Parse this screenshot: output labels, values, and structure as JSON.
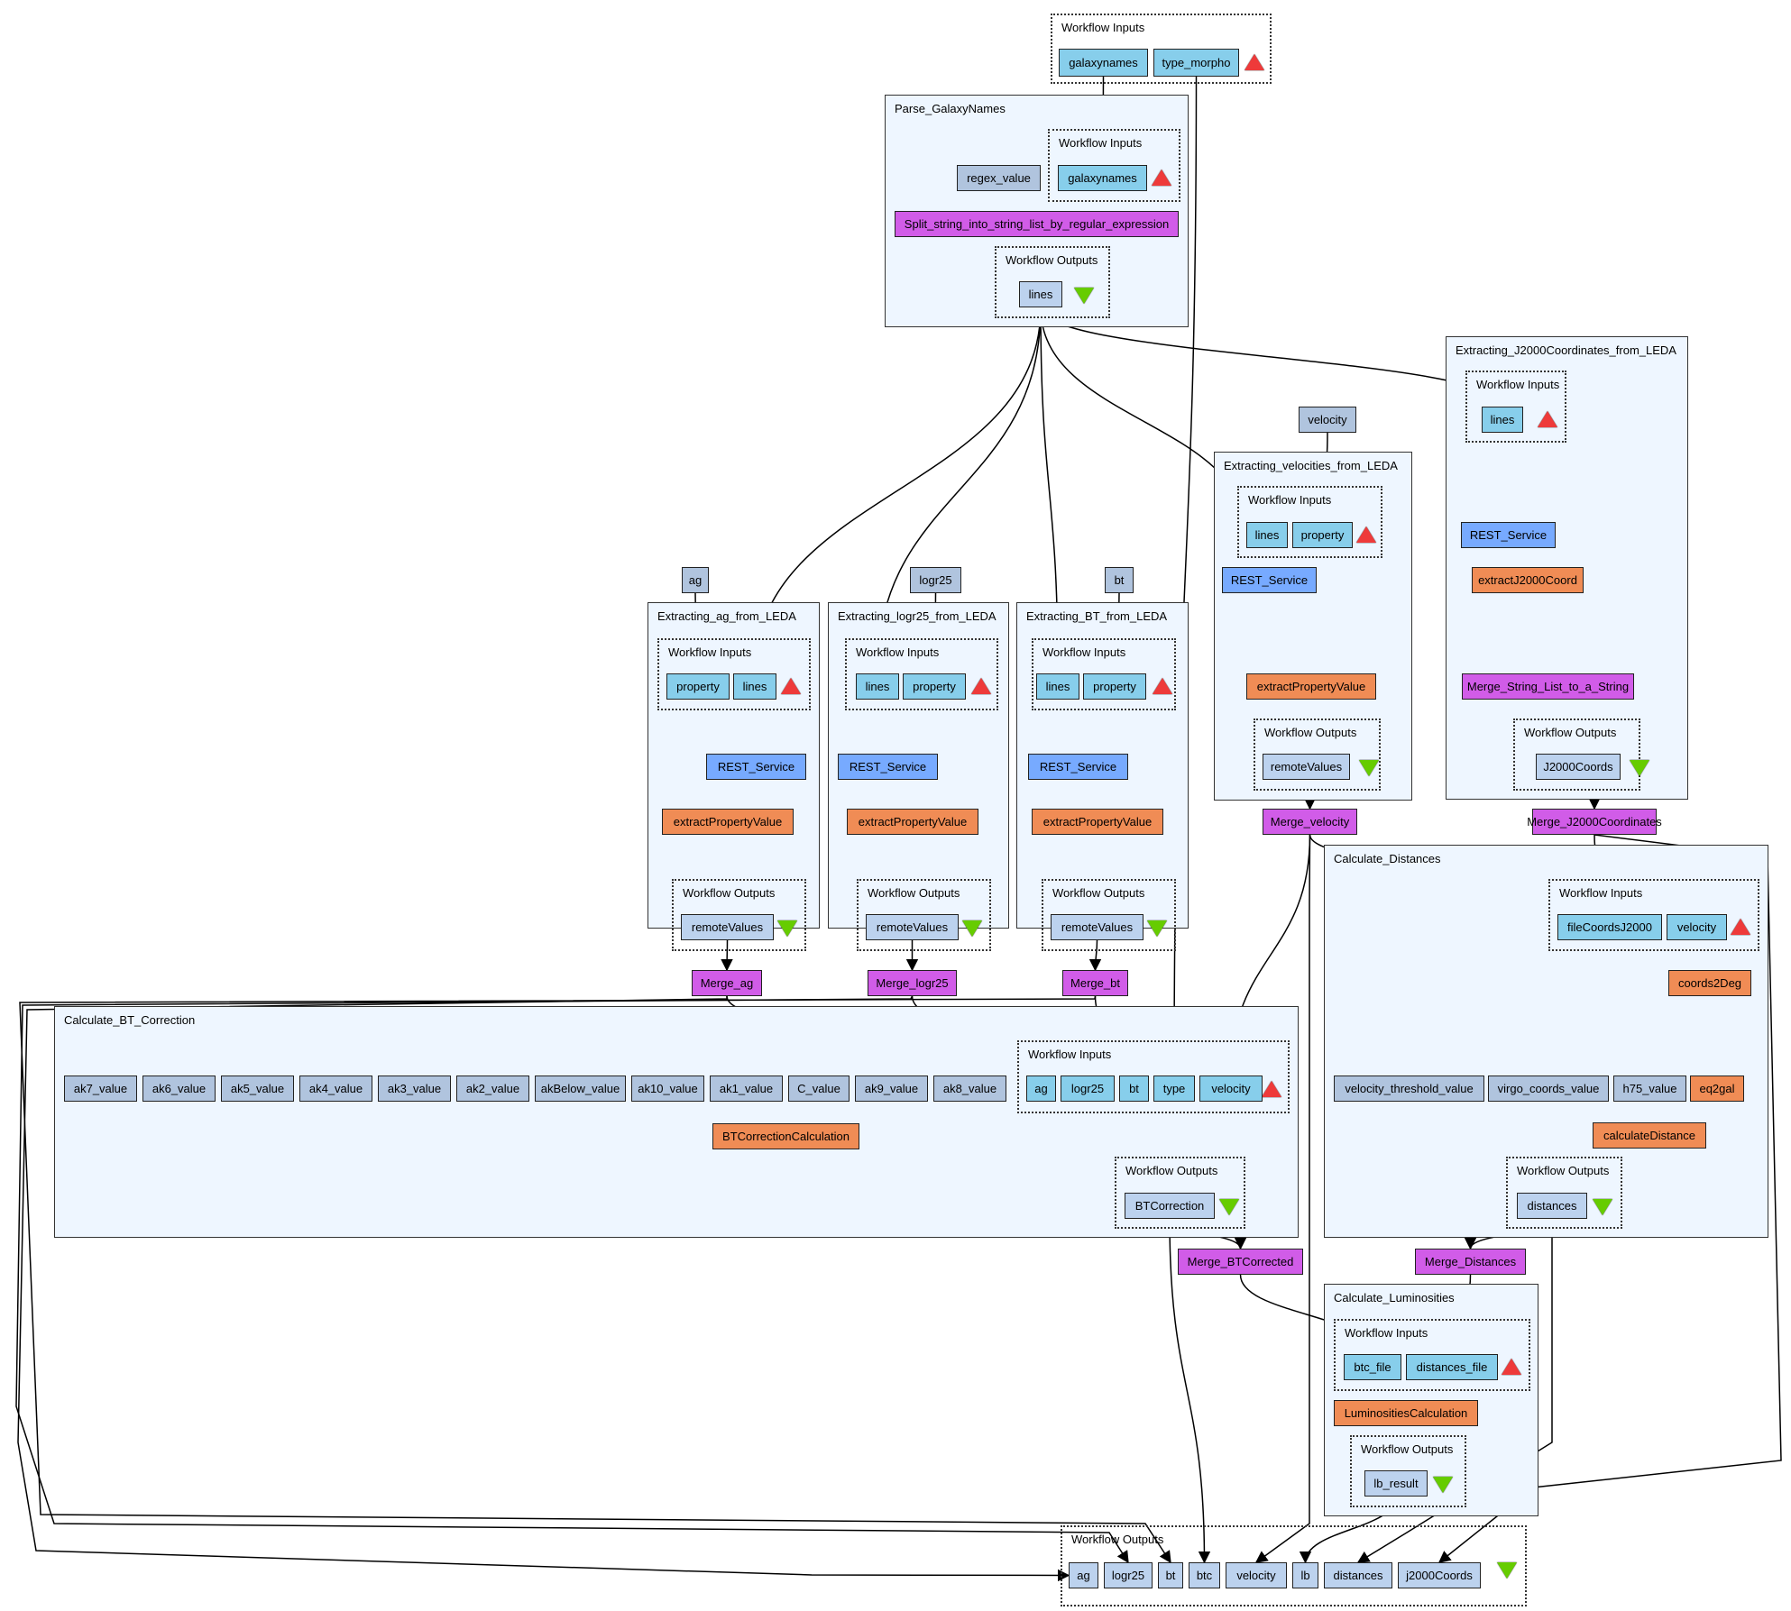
{
  "labels": {
    "workflow_inputs": "Workflow Inputs",
    "workflow_outputs": "Workflow Outputs"
  },
  "top_inputs": {
    "galaxynames": "galaxynames",
    "type_morpho": "type_morpho"
  },
  "parse_galaxy_names": {
    "title": "Parse_GalaxyNames",
    "regex_value": "regex_value",
    "input_galaxynames": "galaxynames",
    "split": "Split_string_into_string_list_by_regular_expression",
    "output_lines": "lines"
  },
  "extract_j2000": {
    "title": "Extracting_J2000Coordinates_from_LEDA",
    "input_lines": "lines",
    "rest": "REST_Service",
    "extract": "extractJ2000Coord",
    "merge": "Merge_String_List_to_a_String",
    "output": "J2000Coords"
  },
  "velocity_const": "velocity",
  "extract_velocities": {
    "title": "Extracting_velocities_from_LEDA",
    "input_lines": "lines",
    "input_property": "property",
    "rest": "REST_Service",
    "extract": "extractPropertyValue",
    "output": "remoteValues"
  },
  "ag_const": "ag",
  "logr25_const": "logr25",
  "bt_const": "bt",
  "extract_ag": {
    "title": "Extracting_ag_from_LEDA",
    "input_property": "property",
    "input_lines": "lines",
    "rest": "REST_Service",
    "extract": "extractPropertyValue",
    "output": "remoteValues"
  },
  "extract_logr25": {
    "title": "Extracting_logr25_from_LEDA",
    "input_lines": "lines",
    "input_property": "property",
    "rest": "REST_Service",
    "extract": "extractPropertyValue",
    "output": "remoteValues"
  },
  "extract_bt": {
    "title": "Extracting_BT_from_LEDA",
    "input_lines": "lines",
    "input_property": "property",
    "rest": "REST_Service",
    "extract": "extractPropertyValue",
    "output": "remoteValues"
  },
  "merges": {
    "velocity": "Merge_velocity",
    "j2000": "Merge_J2000Coordinates",
    "ag": "Merge_ag",
    "logr25": "Merge_logr25",
    "bt": "Merge_bt",
    "btcorrected": "Merge_BTCorrected",
    "distances": "Merge_Distances"
  },
  "calc_bt": {
    "title": "Calculate_BT_Correction",
    "constants": [
      "ak7_value",
      "ak6_value",
      "ak5_value",
      "ak4_value",
      "ak3_value",
      "ak2_value",
      "akBelow_value",
      "ak10_value",
      "ak1_value",
      "C_value",
      "ak9_value",
      "ak8_value"
    ],
    "inputs": [
      "ag",
      "logr25",
      "bt",
      "type",
      "velocity"
    ],
    "calc": "BTCorrectionCalculation",
    "output": "BTCorrection"
  },
  "calc_distances": {
    "title": "Calculate_Distances",
    "inputs": [
      "fileCoordsJ2000",
      "velocity"
    ],
    "coords2deg": "coords2Deg",
    "constants": [
      "velocity_threshold_value",
      "virgo_coords_value",
      "h75_value"
    ],
    "eq2gal": "eq2gal",
    "calc": "calculateDistance",
    "output": "distances"
  },
  "calc_lum": {
    "title": "Calculate_Luminosities",
    "inputs": [
      "btc_file",
      "distances_file"
    ],
    "calc": "LuminositiesCalculation",
    "output": "lb_result"
  },
  "final_outputs": [
    "ag",
    "logr25",
    "bt",
    "btc",
    "velocity",
    "lb",
    "distances",
    "j2000Coords"
  ],
  "colors": {
    "input": "#87ceeb",
    "output": "#bcd2ee",
    "constant": "#b0c4de",
    "rest": "#77aaff",
    "beanshell": "#f08c55",
    "merge": "#d15ce8",
    "cluster_bg": "#eef6ff",
    "input_marker": "#ee3a3a",
    "output_marker": "#66cc00"
  }
}
